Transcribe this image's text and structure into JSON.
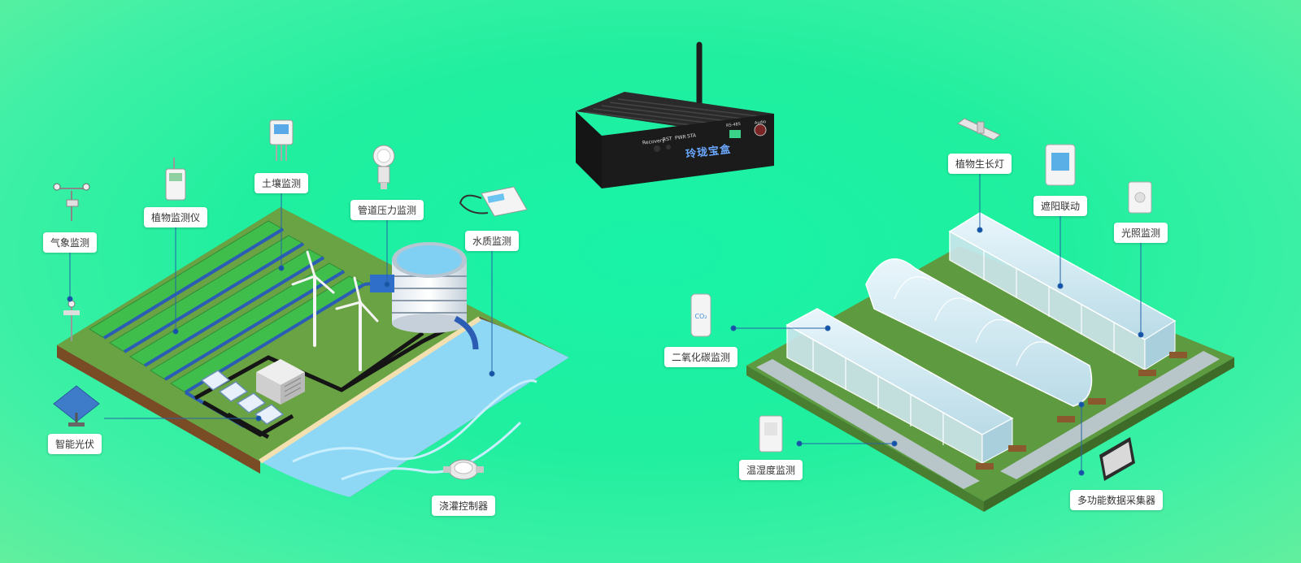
{
  "device": {
    "brand": "玲珑宝盒",
    "ports": [
      "Recovery",
      "RST",
      "PWR",
      "STA",
      "RS-485",
      "Audio"
    ]
  },
  "farm_labels": {
    "weather": "气象监测",
    "plant_monitor": "植物监测仪",
    "soil": "土壤监测",
    "pipe_pressure": "管道压力监测",
    "water_quality": "水质监测",
    "smart_pv": "智能光伏",
    "irrigation": "浇灌控制器"
  },
  "greenhouse_labels": {
    "grow_light": "植物生长灯",
    "shading": "遮阳联动",
    "light": "光照监测",
    "co2": "二氧化碳监测",
    "temp_humidity": "温湿度监测",
    "collector": "多功能数据采集器"
  },
  "icons": {
    "co2_text": "CO₂"
  },
  "colors": {
    "bg": "#22f0a2",
    "grass": "#6aa343",
    "water": "#8fd8f5",
    "pipe": "#1d4fa8",
    "dot": "#1553a8"
  }
}
